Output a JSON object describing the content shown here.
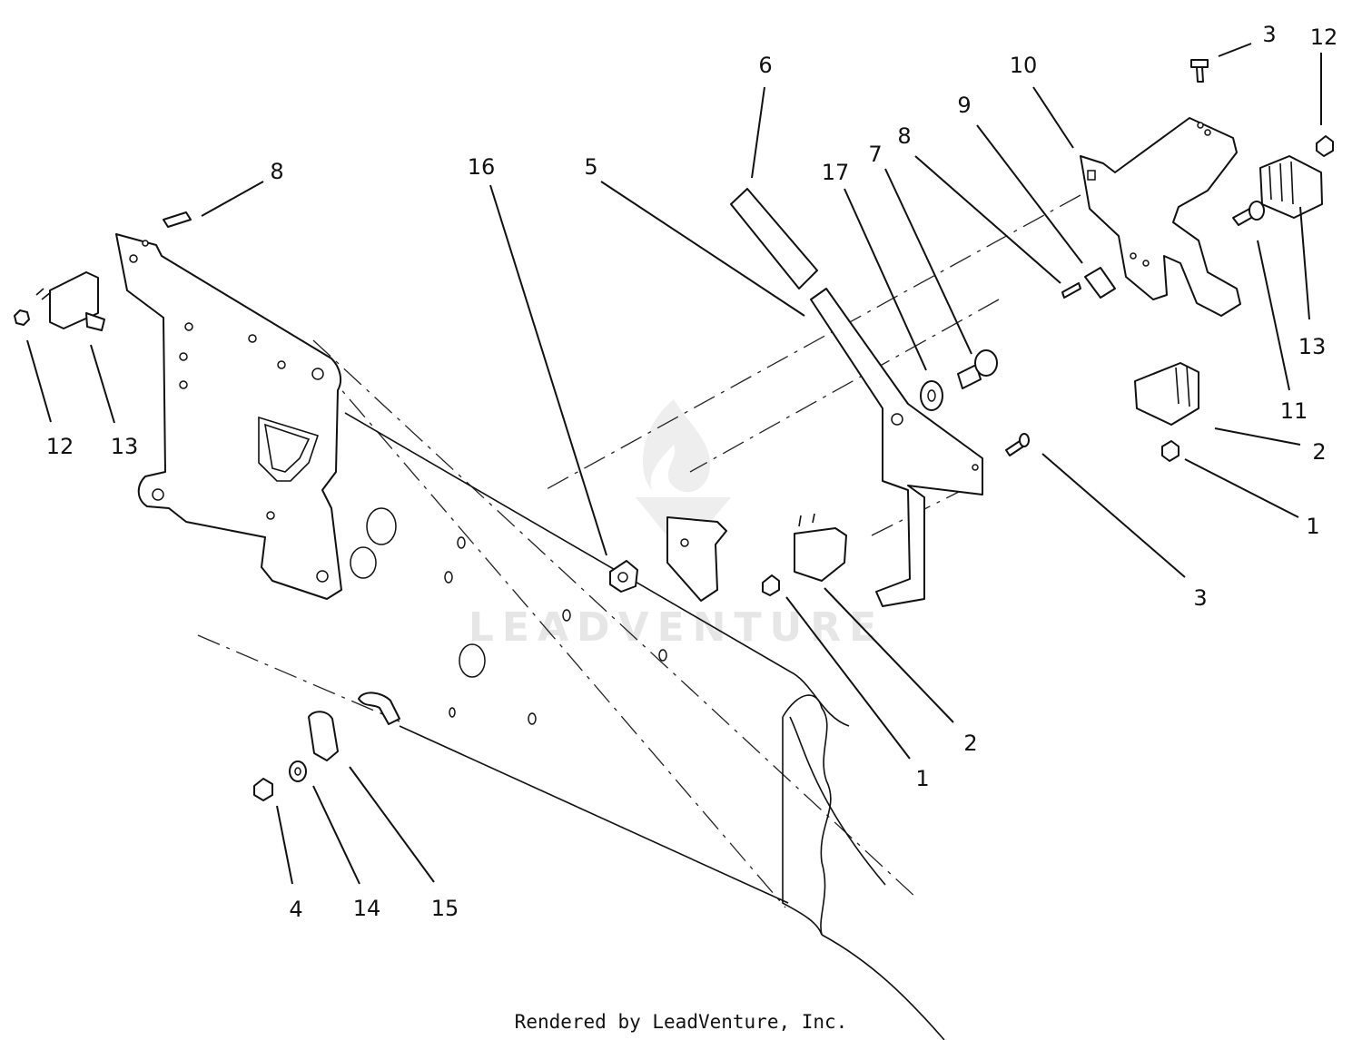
{
  "watermark": "LEADVENTURE",
  "footer": "Rendered by LeadVenture, Inc.",
  "callouts": [
    {
      "id": "c-3-top",
      "label": "3"
    },
    {
      "id": "c-12-top",
      "label": "12"
    },
    {
      "id": "c-10",
      "label": "10"
    },
    {
      "id": "c-6",
      "label": "6"
    },
    {
      "id": "c-9",
      "label": "9"
    },
    {
      "id": "c-8-mid",
      "label": "8"
    },
    {
      "id": "c-7",
      "label": "7"
    },
    {
      "id": "c-17",
      "label": "17"
    },
    {
      "id": "c-16",
      "label": "16"
    },
    {
      "id": "c-5",
      "label": "5"
    },
    {
      "id": "c-8-left",
      "label": "8"
    },
    {
      "id": "c-12-left",
      "label": "12"
    },
    {
      "id": "c-13-left",
      "label": "13"
    },
    {
      "id": "c-13-right",
      "label": "13"
    },
    {
      "id": "c-11",
      "label": "11"
    },
    {
      "id": "c-2-right",
      "label": "2"
    },
    {
      "id": "c-1-right",
      "label": "1"
    },
    {
      "id": "c-3-right",
      "label": "3"
    },
    {
      "id": "c-2-mid",
      "label": "2"
    },
    {
      "id": "c-1-mid",
      "label": "1"
    },
    {
      "id": "c-4",
      "label": "4"
    },
    {
      "id": "c-14",
      "label": "14"
    },
    {
      "id": "c-15",
      "label": "15"
    }
  ]
}
